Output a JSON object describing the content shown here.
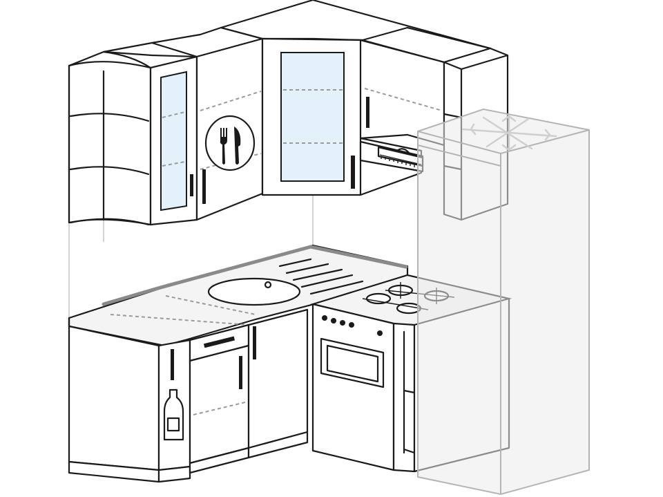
{
  "scene": {
    "elements": [
      {
        "id": "open-corner-shelves",
        "icon": "open-shelf-icon"
      },
      {
        "id": "glass-upper-cabinet",
        "icon": "glass-door-icon"
      },
      {
        "id": "cutlery-upper-cabinet",
        "icon": "fork-knife-icon"
      },
      {
        "id": "corner-glass-cabinet",
        "icon": "glass-door-icon"
      },
      {
        "id": "hood-cabinet",
        "icon": "range-hood-icon"
      },
      {
        "id": "refrigerator",
        "icon": "snowflake-icon"
      },
      {
        "id": "sink-countertop",
        "icon": "sink-icon"
      },
      {
        "id": "gas-stove",
        "icon": "gas-stove-icon"
      },
      {
        "id": "bottle-base-cabinet",
        "icon": "bottle-icon"
      }
    ],
    "colors": {
      "line": "#1a1a1a",
      "glass": "#e3f1fb",
      "countertop": "#f4f4f4",
      "ghost_fridge": "#b4b4b4",
      "background": "#ffffff"
    }
  }
}
